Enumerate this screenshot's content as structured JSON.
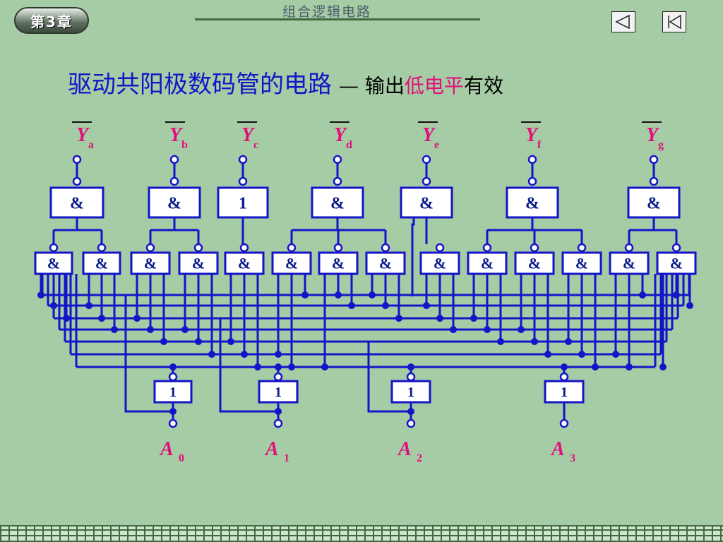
{
  "header": {
    "chapter_badge": "第3章",
    "slide_topic": "组合逻辑电路",
    "nav": {
      "prev": "previous-slide",
      "first": "first-slide"
    }
  },
  "title": {
    "main": "驱动共阳极数码管的电路",
    "dash": "—",
    "part1": "输出",
    "part2": "低电平",
    "part3": "有效"
  },
  "outputs": [
    {
      "name": "Y",
      "sub": "a",
      "gate": "&"
    },
    {
      "name": "Y",
      "sub": "b",
      "gate": "&"
    },
    {
      "name": "Y",
      "sub": "c",
      "gate": "1"
    },
    {
      "name": "Y",
      "sub": "d",
      "gate": "&"
    },
    {
      "name": "Y",
      "sub": "e",
      "gate": "&"
    },
    {
      "name": "Y",
      "sub": "f",
      "gate": "&"
    },
    {
      "name": "Y",
      "sub": "g",
      "gate": "&"
    }
  ],
  "and_gate_symbol": "&",
  "or_gate_symbol": "1",
  "inputs": [
    {
      "name": "A",
      "sub": "0"
    },
    {
      "name": "A",
      "sub": "1"
    },
    {
      "name": "A",
      "sub": "2"
    },
    {
      "name": "A",
      "sub": "3"
    }
  ],
  "colors": {
    "wire": "#1414c8",
    "gate_border": "#1414c8",
    "gate_fill": "#ffffff",
    "label": "#e0107a",
    "background": "#a6cca6"
  }
}
